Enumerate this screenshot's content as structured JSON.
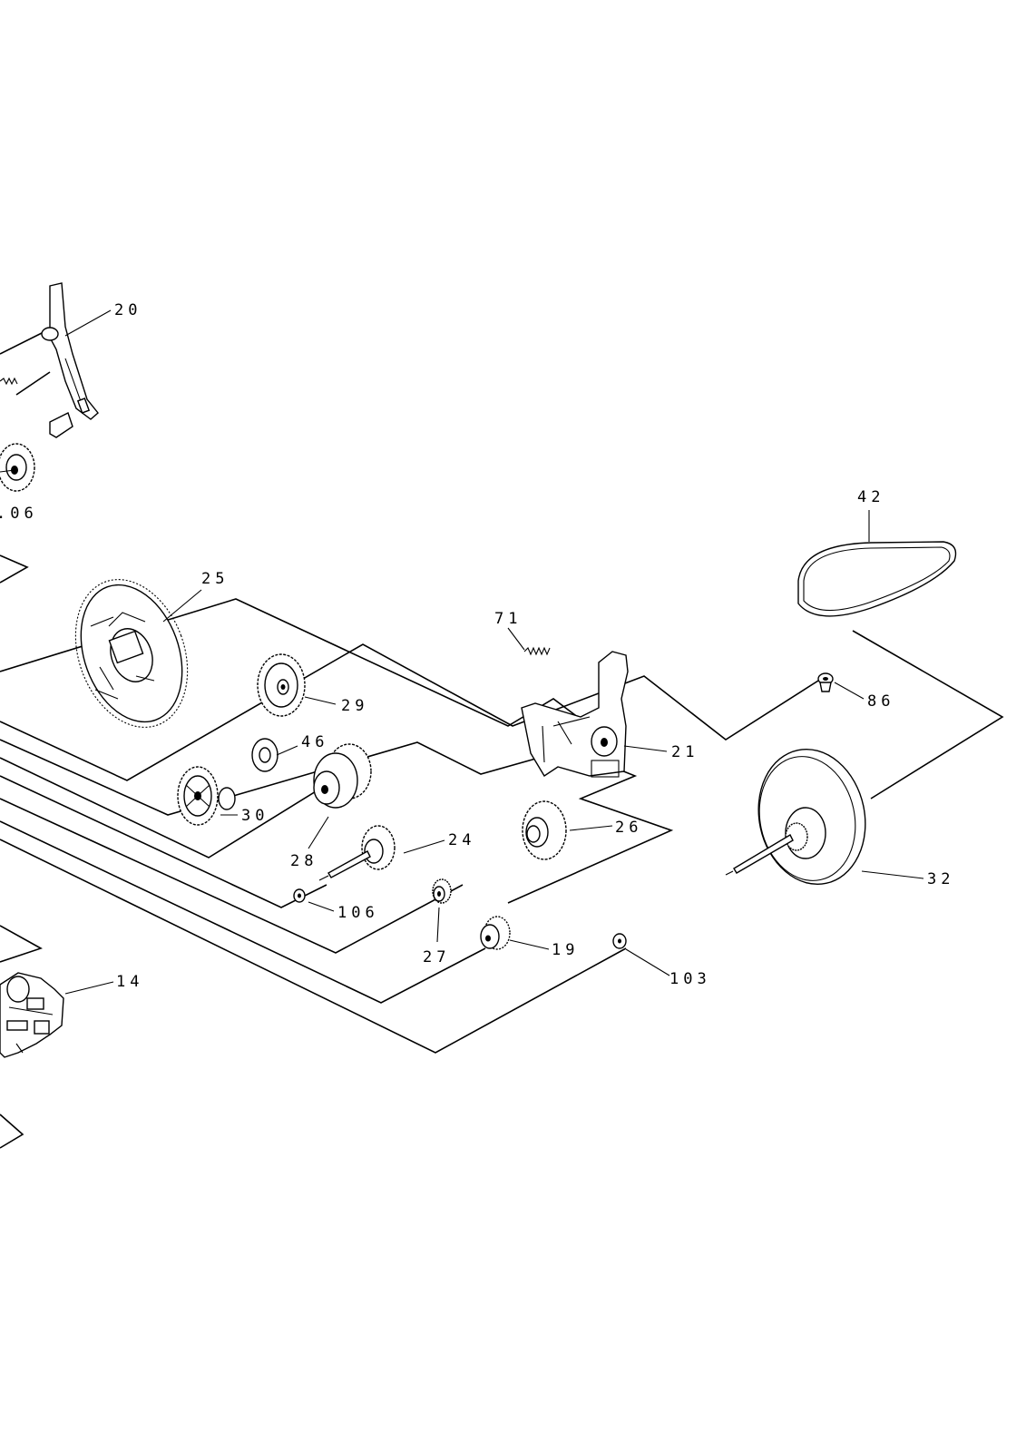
{
  "diagram": {
    "part_labels": {
      "p20": "20",
      "p106_top": ".06",
      "p42": "42",
      "p25": "25",
      "p71": "71",
      "p86": "86",
      "p29": "29",
      "p46": "46",
      "p21": "21",
      "p30": "30",
      "p26": "26",
      "p24": "24",
      "p28": "28",
      "p32": "32",
      "p106": "106",
      "p27": "27",
      "p19": "19",
      "p103": "103",
      "p14": "14"
    }
  }
}
